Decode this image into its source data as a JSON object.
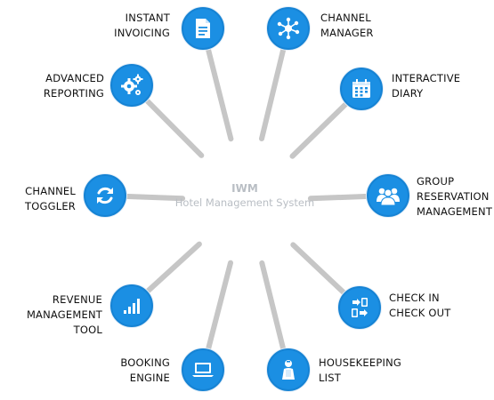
{
  "center": {
    "title": "IWM",
    "subtitle": "Hotel Management System"
  },
  "colors": {
    "node_fill": "#1b8fe3",
    "spoke": "#c6c6c6",
    "center_text": "#b9bec4"
  },
  "features": [
    {
      "id": "instant-invoicing",
      "label": "INSTANT\nINVOICING",
      "icon": "document-icon"
    },
    {
      "id": "channel-manager",
      "label": "CHANNEL\nMANAGER",
      "icon": "network-hub-icon"
    },
    {
      "id": "advanced-reporting",
      "label": "ADVANCED\nREPORTING",
      "icon": "gears-icon"
    },
    {
      "id": "interactive-diary",
      "label": "INTERACTIVE\nDIARY",
      "icon": "calendar-icon"
    },
    {
      "id": "channel-toggler",
      "label": "CHANNEL\nTOGGLER",
      "icon": "refresh-icon"
    },
    {
      "id": "group-reservation",
      "label": "GROUP\nRESERVATION\nMANAGEMENT",
      "icon": "group-users-icon"
    },
    {
      "id": "revenue-management",
      "label": "REVENUE\nMANAGEMENT TOOL",
      "icon": "bar-chart-icon"
    },
    {
      "id": "check-in-out",
      "label": "CHECK IN\nCHECK OUT",
      "icon": "sign-in-out-icon"
    },
    {
      "id": "booking-engine",
      "label": "BOOKING\nENGINE",
      "icon": "laptop-icon"
    },
    {
      "id": "housekeeping-list",
      "label": "HOUSEKEEPING\nLIST",
      "icon": "housekeeper-icon"
    }
  ]
}
